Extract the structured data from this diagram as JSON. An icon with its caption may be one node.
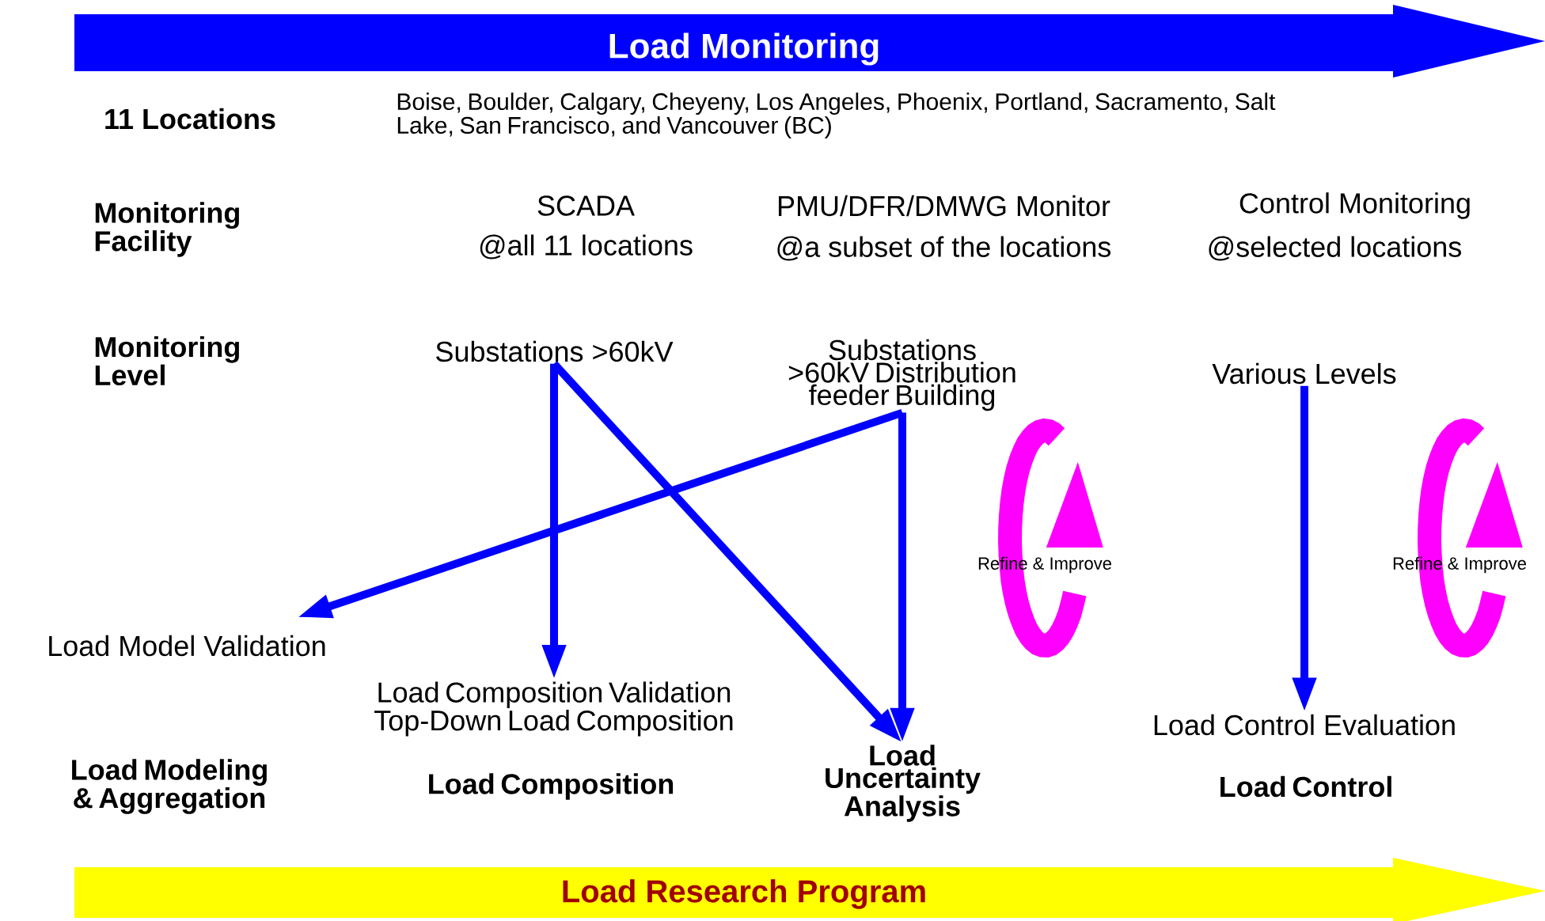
{
  "diagram": {
    "nodes": [
      {
        "text": [
          "Load Monitoring"
        ]
      },
      {
        "text": [
          "Load Research Program"
        ]
      },
      {
        "text": [
          "Substations >60kV"
        ]
      },
      {
        "text": [
          "Substations >60kV Distribution feeder Building"
        ]
      },
      {
        "text": [
          "Various Levels"
        ]
      },
      {
        "text": [
          "Refine & Improve"
        ]
      },
      {
        "text": [
          "Refine & Improve"
        ]
      },
      {
        "text": [
          "Load Model Validation"
        ]
      },
      {
        "text": [
          "Load Composition Validation",
          "Top-Down Load Composition"
        ]
      },
      {
        "text": [
          "Load Uncertainty Analysis"
        ]
      },
      {
        "text": [
          "Load Control Evaluation"
        ]
      }
    ],
    "edges": [
      {
        "from": 3,
        "to": 7,
        "arrow": "to"
      },
      {
        "from": 3,
        "to": 9,
        "arrow": "to"
      },
      {
        "from": 2,
        "to": 8,
        "arrow": "to"
      },
      {
        "from": 2,
        "to": 9,
        "arrow": "to"
      },
      {
        "from": 4,
        "to": 10,
        "arrow": "to"
      }
    ],
    "labels": [
      "11 Locations",
      "Boise, Boulder, Calgary, Cheyeny, Los Angeles, Phoenix, Portland, Sacramento, Salt Lake, San Francisco, and Vancouver (BC)",
      "Monitoring Facility",
      "SCADA",
      "@all 11 locations",
      "PMU/DFR/DMWG Monitor",
      "@a subset of the locations",
      "Control Monitoring",
      "@selected locations",
      "Monitoring Level",
      "Load Modeling & Aggregation",
      "Load Composition",
      "Load Control"
    ]
  }
}
